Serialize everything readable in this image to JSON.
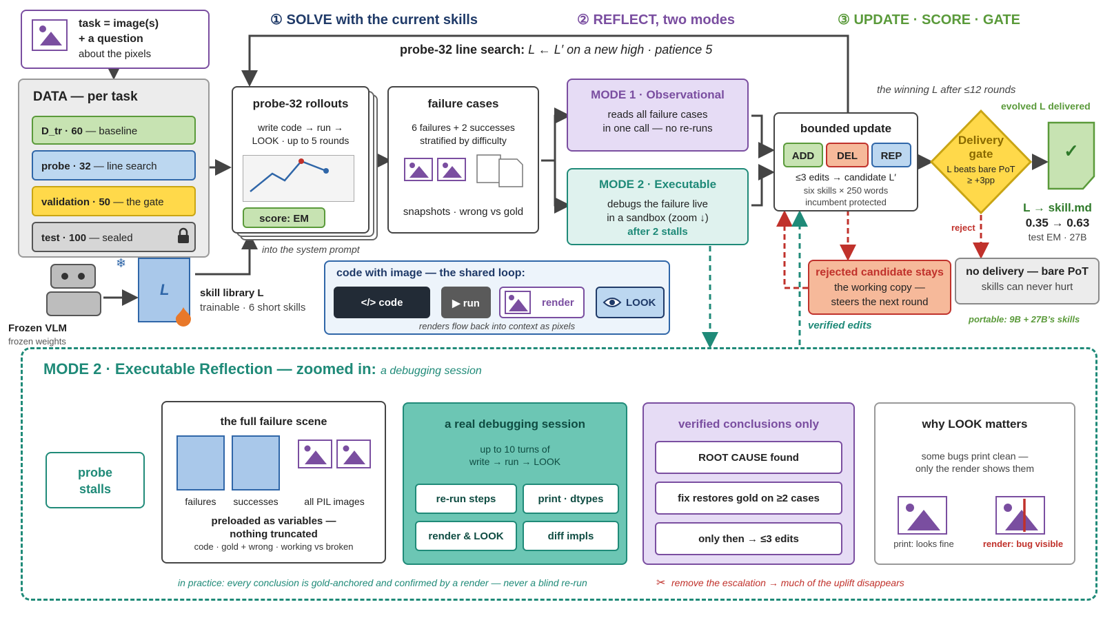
{
  "phases": {
    "solve": "① SOLVE with the current skills",
    "reflect": "② REFLECT, two modes",
    "update": "③ UPDATE · SCORE · GATE"
  },
  "task": {
    "line1": "task = image(s)",
    "line2": "+ a question",
    "line3": "about the pixels"
  },
  "data": {
    "title": "DATA — per task",
    "splits": [
      {
        "bold": "D_tr · 60",
        "rest": " — baseline"
      },
      {
        "bold": "probe · 32",
        "rest": " — line search"
      },
      {
        "bold": "validation · 50",
        "rest": " — the gate"
      },
      {
        "bold": "test · 100",
        "rest": " — sealed"
      }
    ]
  },
  "vlm": {
    "title": "Frozen VLM",
    "sub": "frozen weights"
  },
  "skill": {
    "letter": "L",
    "title": "skill library L",
    "sub": "trainable · 6 short skills",
    "prompt_note": "into the system prompt"
  },
  "line_search": {
    "bold": "probe-32 line search:",
    "rest": "L ← L′ on a new high · patience 5"
  },
  "rollouts": {
    "title": "probe-32 rollouts",
    "line1": "write code → run →",
    "line2": "LOOK · up to 5 rounds",
    "score": "score: EM"
  },
  "failures": {
    "title": "failure cases",
    "line1": "6 failures + 2 successes",
    "line2": "stratified by difficulty",
    "foot": "snapshots · wrong vs gold"
  },
  "mode1": {
    "title": "MODE 1 · Observational",
    "line1": "reads all failure cases",
    "line2": "in one call — no re-runs"
  },
  "mode2": {
    "title": "MODE 2 · Executable",
    "line1": "debugs the failure live",
    "line2": "in a sandbox  (zoom ↓)",
    "line3": "after 2 stalls"
  },
  "shared_loop": {
    "title": "code with image — the shared loop:",
    "code": "</> code",
    "run": "▶ run",
    "render": "render",
    "look": "LOOK",
    "foot": "renders flow back into context as pixels"
  },
  "update": {
    "note": "the winning L after ≤12 rounds",
    "title": "bounded update",
    "add": "ADD",
    "del": "DEL",
    "rep": "REP",
    "line1": "≤3 edits → candidate L′",
    "line2": "six skills × 250 words",
    "line3": "incumbent protected"
  },
  "gate": {
    "line1": "Delivery",
    "line2": "gate",
    "line3": "L beats bare PoT",
    "line4": "≥ +3pp"
  },
  "delivered": {
    "label": "evolved L delivered",
    "check": "✓",
    "title": "L → skill.md",
    "score": "0.35 → 0.63",
    "sub": "test EM · 27B"
  },
  "reject": "reject",
  "rejected": {
    "title": "rejected candidate stays",
    "line1": "the working copy —",
    "line2": "steers the next round"
  },
  "verified_edits": "verified edits",
  "no_delivery": {
    "title": "no delivery — bare PoT",
    "sub": "skills can never hurt"
  },
  "portable": "portable: 9B + 27B’s skills",
  "zoom": {
    "title": "MODE 2 · Executable Reflection — zoomed in:",
    "subtitle": "a debugging session",
    "stalls": {
      "line1": "probe",
      "line2": "stalls"
    },
    "scene": {
      "title": "the full failure scene",
      "failures": "failures",
      "successes": "successes",
      "pil": "all PIL images",
      "bold1": "preloaded as variables —",
      "bold2": "nothing truncated",
      "foot": "code · gold + wrong · working vs broken"
    },
    "session": {
      "title": "a real debugging session",
      "line1": "up to 10 turns of",
      "line2": "write → run → LOOK",
      "btns": [
        "re-run steps",
        "print · dtypes",
        "render & LOOK",
        "diff impls"
      ]
    },
    "verified": {
      "title": "verified conclusions only",
      "items": [
        "ROOT CAUSE found",
        "fix restores gold on ≥2 cases",
        "only then → ≤3 edits"
      ]
    },
    "why": {
      "title": "why LOOK matters",
      "line1": "some bugs print clean —",
      "line2": "only the render shows them",
      "print_cap": "print: looks fine",
      "render_cap": "render: bug visible"
    },
    "foot_left": "in practice: every conclusion is gold-anchored and confirmed by a render — never a blind re-run",
    "foot_right": "remove the escalation → much of the uplift disappears"
  },
  "colors": {
    "purple": "#7a4ea0",
    "purple_fill": "#e6dcf5",
    "teal": "#1f8a78",
    "teal_fill": "#6cc6b4",
    "green": "#5a9a3a",
    "green_fill": "#c7e3b2",
    "blue_fill": "#bcd7f0",
    "yellow_fill": "#ffd94a",
    "red": "#c0312b",
    "salmon": "#f6b99a",
    "navy": "#1f3a68"
  }
}
